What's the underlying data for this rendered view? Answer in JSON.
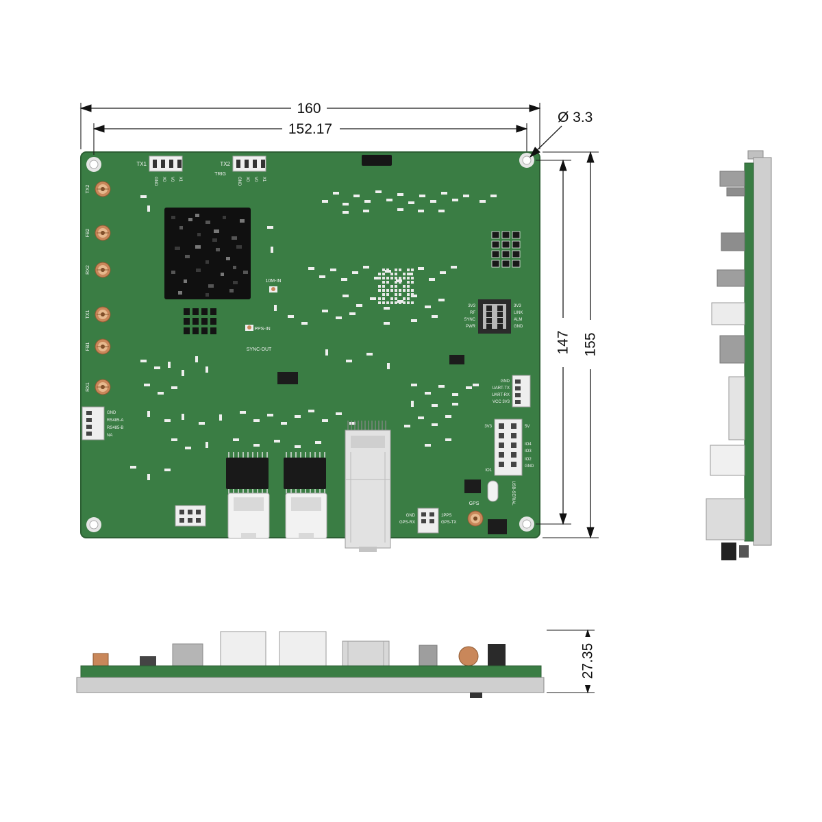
{
  "title": "PCB dimensional drawing",
  "colors": {
    "pcb_green": "#3A7D44",
    "pcb_edge": "#2C5E33",
    "coax_orange": "#C9875A",
    "plate_gray": "#CFCFCF",
    "dimension_ink": "#1A1A1A"
  },
  "dimensions": {
    "overall_width": "160",
    "hole_pitch_width": "152.17",
    "hole_diameter": "Ø 3.3",
    "hole_pitch_height": "147",
    "overall_height": "155",
    "thickness": "27.35"
  },
  "silkscreen": {
    "tx1": "TX1",
    "tx2": "TX2",
    "trig": "TRIG",
    "header_pins": [
      "GND",
      "X0",
      "V0",
      "X1"
    ],
    "coax": [
      "TX2",
      "FB2",
      "RX2",
      "TX1",
      "FB1",
      "RX1"
    ],
    "m10_in": "10M-IN",
    "pps_in": "PPS-IN",
    "sync_out": "SYNC-OUT",
    "rf_left": [
      "3V3",
      "RF",
      "SYNC",
      "PWR"
    ],
    "rf_right": [
      "3V3",
      "LINK",
      "ALM",
      "GND"
    ],
    "uart": [
      "GND",
      "UART-TX",
      "UART-RX",
      "VCC 3V3"
    ],
    "io_left": [
      "3V3",
      "IO1"
    ],
    "io_right": [
      "5V",
      "IO4",
      "IO3",
      "IO2",
      "GND"
    ],
    "usb_serial": "USB-SERIAL",
    "gps": "GPS",
    "rs485": [
      "GND",
      "RS485-A",
      "RS485-B",
      "NA"
    ],
    "gps_uart_left": [
      "GND",
      "GPS-RX"
    ],
    "gps_uart_right": [
      "1PPS",
      "GPS-TX"
    ]
  }
}
